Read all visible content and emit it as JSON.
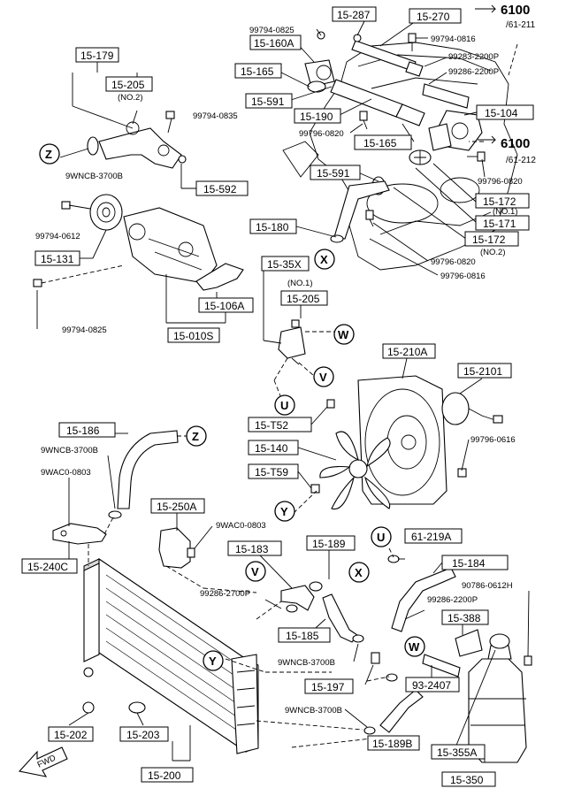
{
  "boxed_labels": {
    "p15_287": "15-287",
    "p15_270": "15-270",
    "p15_160A": "15-160A",
    "p15_165a": "15-165",
    "p15_591a": "15-591",
    "p15_190": "15-190",
    "p15_104": "15-104",
    "p15_165b": "15-165",
    "p15_591b": "15-591",
    "p15_172a": "15-172",
    "p15_171": "15-171",
    "p15_172b": "15-172",
    "p15_180": "15-180",
    "p15_179": "15-179",
    "p15_205a": "15-205",
    "p15_592": "15-592",
    "p15_131": "15-131",
    "p15_106A": "15-106A",
    "p15_010S": "15-010S",
    "p15_35X": "15-35X",
    "p15_205b": "15-205",
    "p15_210A": "15-210A",
    "p15_2101": "15-2101",
    "p15_T52": "15-T52",
    "p15_140": "15-140",
    "p15_T59": "15-T59",
    "p15_186": "15-186",
    "p15_250A": "15-250A",
    "p15_240C": "15-240C",
    "p15_183": "15-183",
    "p15_189": "15-189",
    "p61_219A": "61-219A",
    "p15_184": "15-184",
    "p15_388": "15-388",
    "p15_185": "15-185",
    "p15_197": "15-197",
    "p93_2407": "93-2407",
    "p15_189B": "15-189B",
    "p15_355A": "15-355A",
    "p15_350": "15-350",
    "p15_202": "15-202",
    "p15_203": "15-203",
    "p15_200": "15-200"
  },
  "part_numbers": {
    "n99794_0825a": "99794-0825",
    "n99794_0816": "99794-0816",
    "n99283_2200P": "99283-2200P",
    "n99286_2200Pa": "99286-2200P",
    "n99794_0835": "99794-0835",
    "n99796_0820a": "99796-0820",
    "n99796_0820b": "99796-0820",
    "n9WNCB_3700Ba": "9WNCB-3700B",
    "n99794_0612": "99794-0612",
    "n99796_0820c": "99796-0820",
    "n99796_0816": "99796-0816",
    "n99794_0825b": "99794-0825",
    "n99796_0616": "99796-0616",
    "n9WNCB_3700Bb": "9WNCB-3700B",
    "n9WAC0_0803a": "9WAC0-0803",
    "n9WAC0_0803b": "9WAC0-0803",
    "n99286_2700P": "99286-2700P",
    "n90786_0612H": "90786-0612H",
    "n99286_2200Pb": "99286-2200P",
    "n9WNCB_3700Bc": "9WNCB-3700B",
    "n9WNCB_3700Bd": "9WNCB-3700B"
  },
  "notes": {
    "no2a": "(NO.2)",
    "no1a": "(NO.1)",
    "no2b": "(NO.2)",
    "no1b": "(NO.1)"
  },
  "section_refs": {
    "top_main": "6100",
    "top_sub": "/61-211",
    "mid_main": "6100",
    "mid_sub": "/61-212"
  },
  "callouts": {
    "z": "Z",
    "x": "X",
    "w": "W",
    "v": "V",
    "u": "U",
    "y": "Y"
  },
  "fwd": "FWD"
}
